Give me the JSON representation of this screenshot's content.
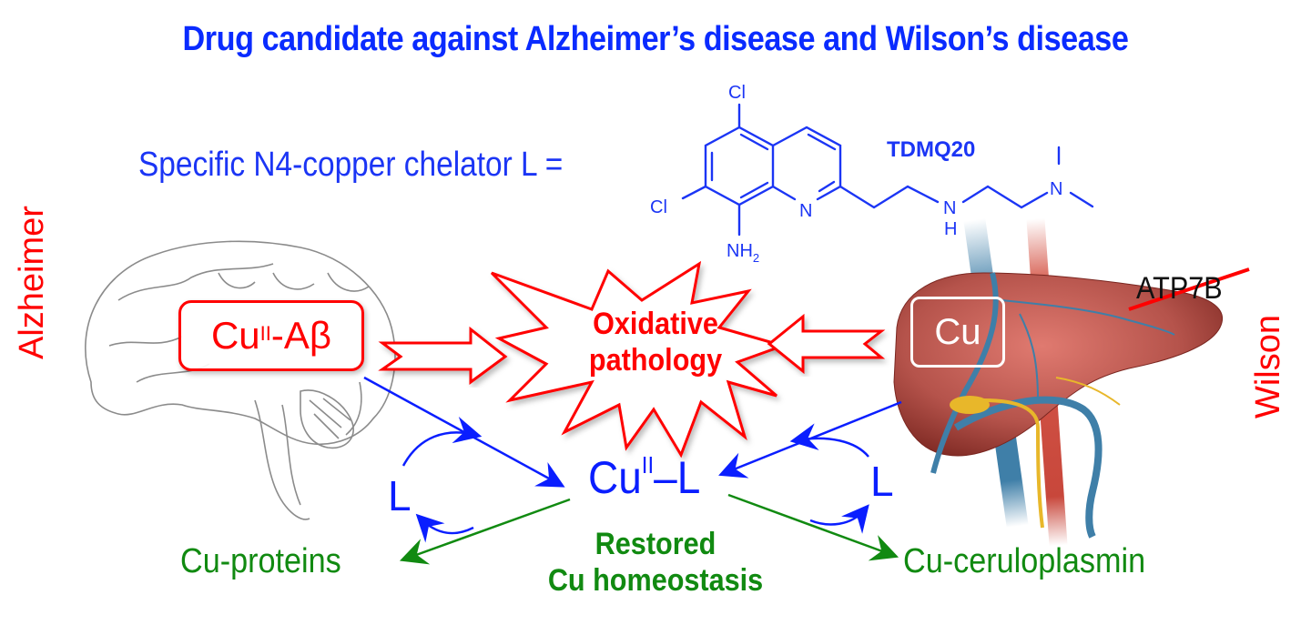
{
  "title": "Drug candidate against Alzheimer’s disease and Wilson’s disease",
  "chelator": {
    "label": "Specific N4-copper chelator L =",
    "compound_name": "TDMQ20",
    "atoms": {
      "cl_top": "Cl",
      "cl_left": "Cl",
      "nh2": "NH",
      "nh2_sub": "2",
      "n_ring": "N",
      "nh_n": "N",
      "nh_h": "H",
      "n_dimethyl": "N"
    }
  },
  "left_side": {
    "disease_label": "Alzheimer",
    "illustration": "brain-sketch",
    "complex_base": "Cu",
    "complex_sup": "II",
    "complex_tail": "-Aβ",
    "ligand": "L",
    "product": "Cu-proteins"
  },
  "right_side": {
    "disease_label": "Wilson",
    "illustration": "liver",
    "liver_box": "Cu",
    "gene": "ATP7B",
    "gene_status": "struck-through",
    "ligand": "L",
    "product": "Cu-ceruloplasmin"
  },
  "center": {
    "burst_line1": "Oxidative",
    "burst_line2": "pathology",
    "complex_base": "Cu",
    "complex_sup": "II",
    "complex_tail": "–L",
    "outcome_line1": "Restored",
    "outcome_line2": "Cu homeostasis"
  },
  "colors": {
    "title_blue": "#0a2bff",
    "pathology_red": "#ff0000",
    "homeostasis_green": "#118a11",
    "liver": "#b8524a",
    "vein_blue": "#3f7fa8",
    "bile_yellow": "#e8b72a"
  }
}
